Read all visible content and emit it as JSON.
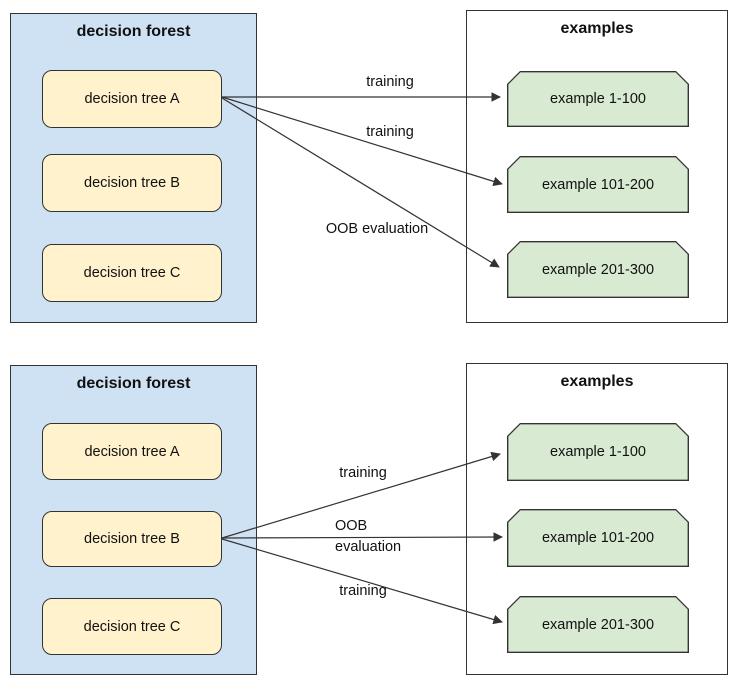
{
  "colors": {
    "forest_fill": "#cfe2f3",
    "tree_fill": "#fff2cc",
    "example_fill": "#d9ead3",
    "stroke": "#333333",
    "text": "#111111"
  },
  "panels": [
    {
      "forest": {
        "title": "decision forest",
        "trees": [
          "decision tree A",
          "decision tree B",
          "decision tree C"
        ]
      },
      "examples": {
        "title": "examples",
        "cards": [
          "example 1-100",
          "example 101-200",
          "example 201-300"
        ]
      },
      "edges": [
        {
          "source": "decision tree A",
          "target": "example 1-100",
          "label": "training"
        },
        {
          "source": "decision tree A",
          "target": "example 101-200",
          "label": "training"
        },
        {
          "source": "decision tree A",
          "target": "example 201-300",
          "label": "OOB evaluation"
        }
      ]
    },
    {
      "forest": {
        "title": "decision forest",
        "trees": [
          "decision tree A",
          "decision tree B",
          "decision tree C"
        ]
      },
      "examples": {
        "title": "examples",
        "cards": [
          "example 1-100",
          "example 101-200",
          "example 201-300"
        ]
      },
      "edges": [
        {
          "source": "decision tree B",
          "target": "example 1-100",
          "label": "training"
        },
        {
          "source": "decision tree B",
          "target": "example 101-200",
          "label": "OOB evaluation"
        },
        {
          "source": "decision tree B",
          "target": "example 201-300",
          "label": "training"
        }
      ]
    }
  ]
}
